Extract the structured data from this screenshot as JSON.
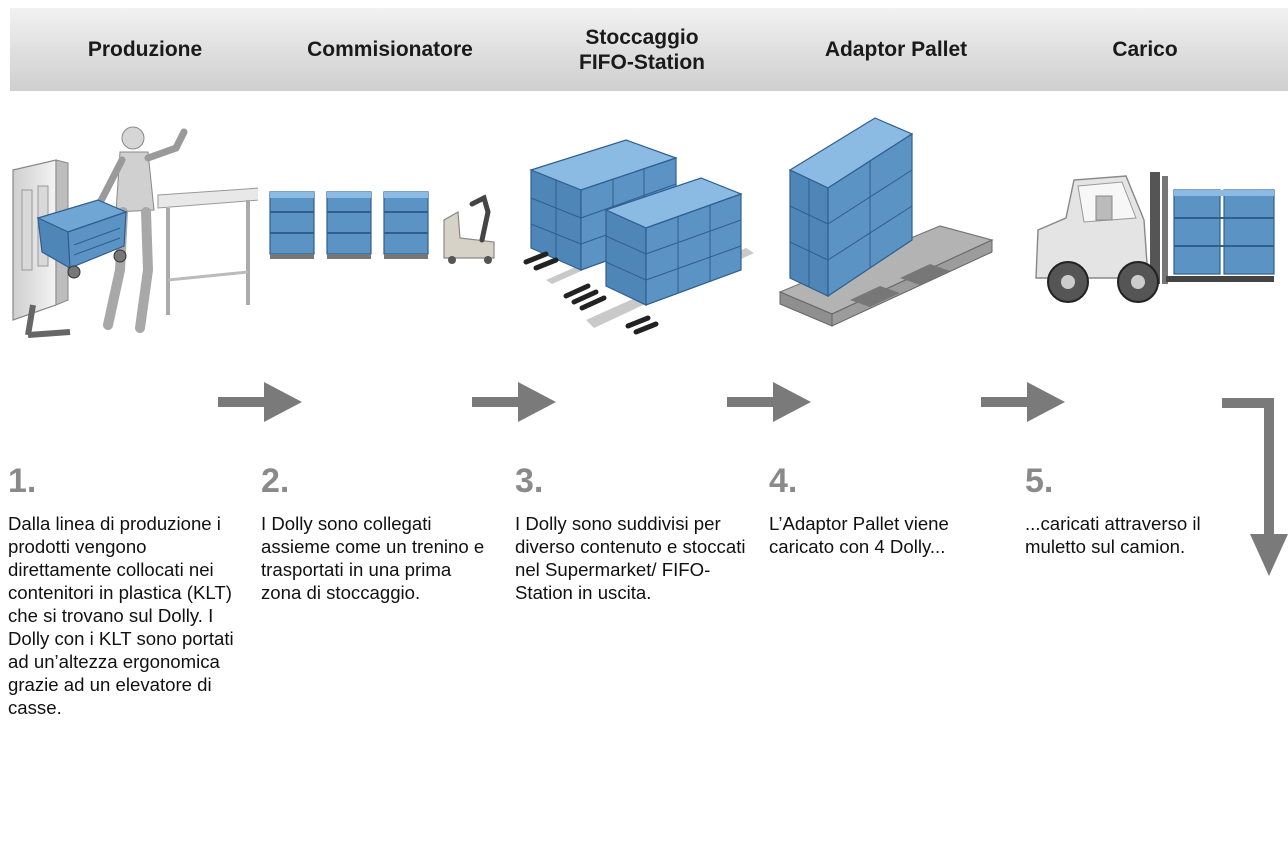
{
  "header": {
    "steps": [
      {
        "label": "Produzione"
      },
      {
        "label": "Commisionatore"
      },
      {
        "label": "Stoccaggio\nFIFO-Station"
      },
      {
        "label": "Adaptor Pallet"
      },
      {
        "label": "Carico"
      }
    ]
  },
  "steps": [
    {
      "number": "1.",
      "text": "Dalla linea di produzione i prodotti vengono direttamente collocati nei contenitori in plastica (KLT) che si trovano sul Dolly. I Dolly con i KLT sono portati ad un’altezza ergonomica grazie ad un elevatore di casse."
    },
    {
      "number": "2.",
      "text": "I Dolly sono collegati assieme come un trenino e trasportati in una prima zona di stoccaggio."
    },
    {
      "number": "3.",
      "text": "I Dolly sono suddivisi per diverso contenuto e stoccati nel Supermarket/ FIFO-Station in uscita."
    },
    {
      "number": "4.",
      "text": "L’Adaptor Pallet viene caricato con 4 Dolly..."
    },
    {
      "number": "5.",
      "text": "...caricati attraverso il muletto sul camion."
    }
  ],
  "colors": {
    "container_blue": "#5a93c4",
    "container_edge": "#2f5f8f",
    "arrow_gray": "#7a7a7a",
    "number_gray": "#8a8a8a"
  }
}
